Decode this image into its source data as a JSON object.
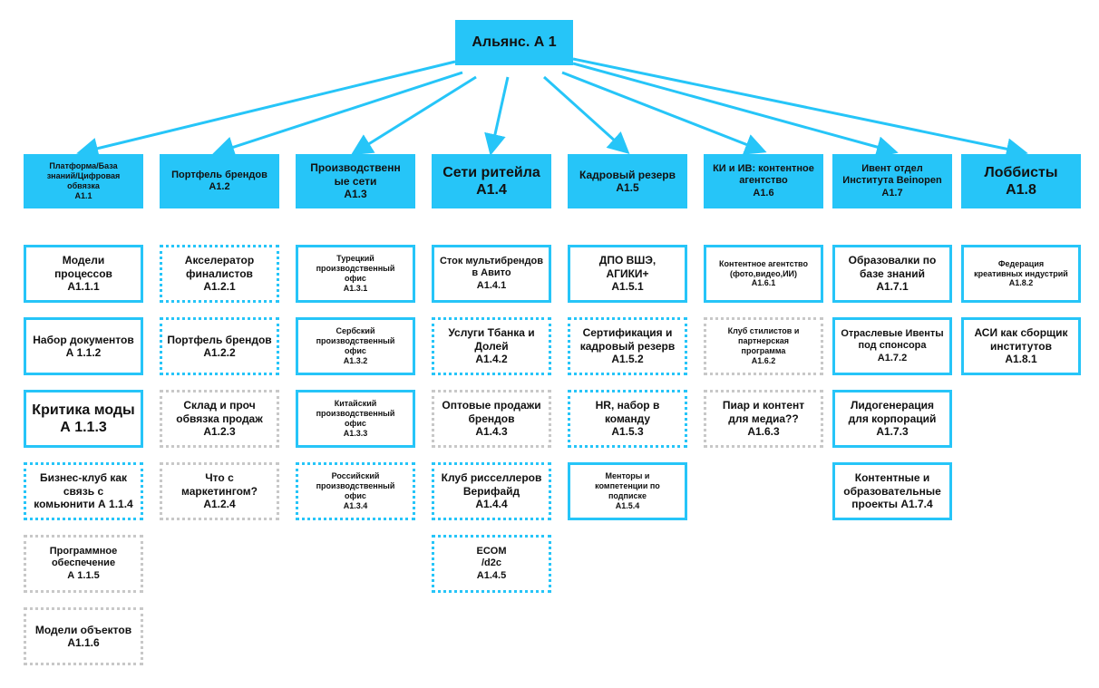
{
  "root": {
    "label": "Альянс. А 1"
  },
  "colors": {
    "accent": "#26c5f8",
    "dotted_gray": "#c8c8c8"
  },
  "columns": [
    {
      "header": "Платформа/База\nзнаний/Цифровая\nобвязка\nA1.1",
      "items": [
        {
          "label": "Модели\nпроцессов\nA1.1.1",
          "style": "solid"
        },
        {
          "label": "Набор документов\nА 1.1.2",
          "style": "solid"
        },
        {
          "label": "Критика моды\nА 1.1.3",
          "style": "solid"
        },
        {
          "label": "Бизнес-клуб как\nсвязь с\nкомьюнити А 1.1.4",
          "style": "dblue"
        },
        {
          "label": "Программное\nобеспечение\nА 1.1.5",
          "style": "dgray"
        },
        {
          "label": "Модели объектов\nА1.1.6",
          "style": "dgray"
        }
      ]
    },
    {
      "header": "Портфель брендов\nA1.2",
      "items": [
        {
          "label": "Акселератор\nфиналистов\nA1.2.1",
          "style": "dblue"
        },
        {
          "label": "Портфель брендов\nA1.2.2",
          "style": "dblue"
        },
        {
          "label": "Склад и проч\nобвязка продаж\nA1.2.3",
          "style": "dgray"
        },
        {
          "label": "Что с\nмаркетингом?\nA1.2.4",
          "style": "dgray"
        }
      ]
    },
    {
      "header": "Производственн\nые сети\nA1.3",
      "items": [
        {
          "label": "Турецкий\nпроизводственный\nофис\nA1.3.1",
          "style": "solid"
        },
        {
          "label": "Сербский\nпроизводственный\nофис\nA1.3.2",
          "style": "solid"
        },
        {
          "label": "Китайский\nпроизводственный\nофис\nA1.3.3",
          "style": "solid"
        },
        {
          "label": "Российский\nпроизводственный\nофис\nA1.3.4",
          "style": "dblue"
        }
      ]
    },
    {
      "header": "Сети ритейла\nA1.4",
      "items": [
        {
          "label": "Сток мультибрендов\nв Авито\nA1.4.1",
          "style": "solid"
        },
        {
          "label": "Услуги Тбанка и\nДолей\nA1.4.2",
          "style": "dblue"
        },
        {
          "label": "Оптовые продажи\nбрендов\nA1.4.3",
          "style": "dgray"
        },
        {
          "label": "Клуб рисселлеров\nВерифайд\nA1.4.4",
          "style": "dblue"
        },
        {
          "label": "ECOM\n/d2c\nA1.4.5",
          "style": "dblue"
        }
      ]
    },
    {
      "header": "Кадровый резерв\nA1.5",
      "items": [
        {
          "label": "ДПО ВШЭ,\nАГИКИ+\nA1.5.1",
          "style": "solid"
        },
        {
          "label": "Сертификация и\nкадровый резерв\nA1.5.2",
          "style": "dblue"
        },
        {
          "label": "HR, набор в\nкоманду\nA1.5.3",
          "style": "dblue"
        },
        {
          "label": "Менторы и\nкомпетенции по\nподписке\nA1.5.4",
          "style": "solid"
        }
      ]
    },
    {
      "header": "КИ и ИВ: контентное\nагентство\nA1.6",
      "items": [
        {
          "label": "Контентное  агентство\n(фото,видео,ИИ)\nA1.6.1",
          "style": "solid"
        },
        {
          "label": "Клуб стилистов и\nпартнерская\nпрограмма\nA1.6.2",
          "style": "dgray"
        },
        {
          "label": "Пиар и контент\nдля медиа??\nA1.6.3",
          "style": "dgray"
        }
      ]
    },
    {
      "header": "Ивент отдел\nИнститута Beinopen\nA1.7",
      "items": [
        {
          "label": "Образовалки по\nбазе знаний\nA1.7.1",
          "style": "solid"
        },
        {
          "label": "Отраслевые Ивенты\nпод спонсора\nA1.7.2",
          "style": "solid"
        },
        {
          "label": "Лидогенерация\nдля корпораций\nA1.7.3",
          "style": "solid"
        },
        {
          "label": "Контентные и\nобразовательные\nпроекты A1.7.4",
          "style": "solid"
        }
      ]
    },
    {
      "header": "Лоббисты\nA1.8",
      "items": [
        {
          "label": "Федерация\nкреативных индустрий\nA1.8.2",
          "style": "solid"
        },
        {
          "label": "АСИ как сборщик\nинститутов\nA1.8.1",
          "style": "solid"
        }
      ]
    }
  ]
}
